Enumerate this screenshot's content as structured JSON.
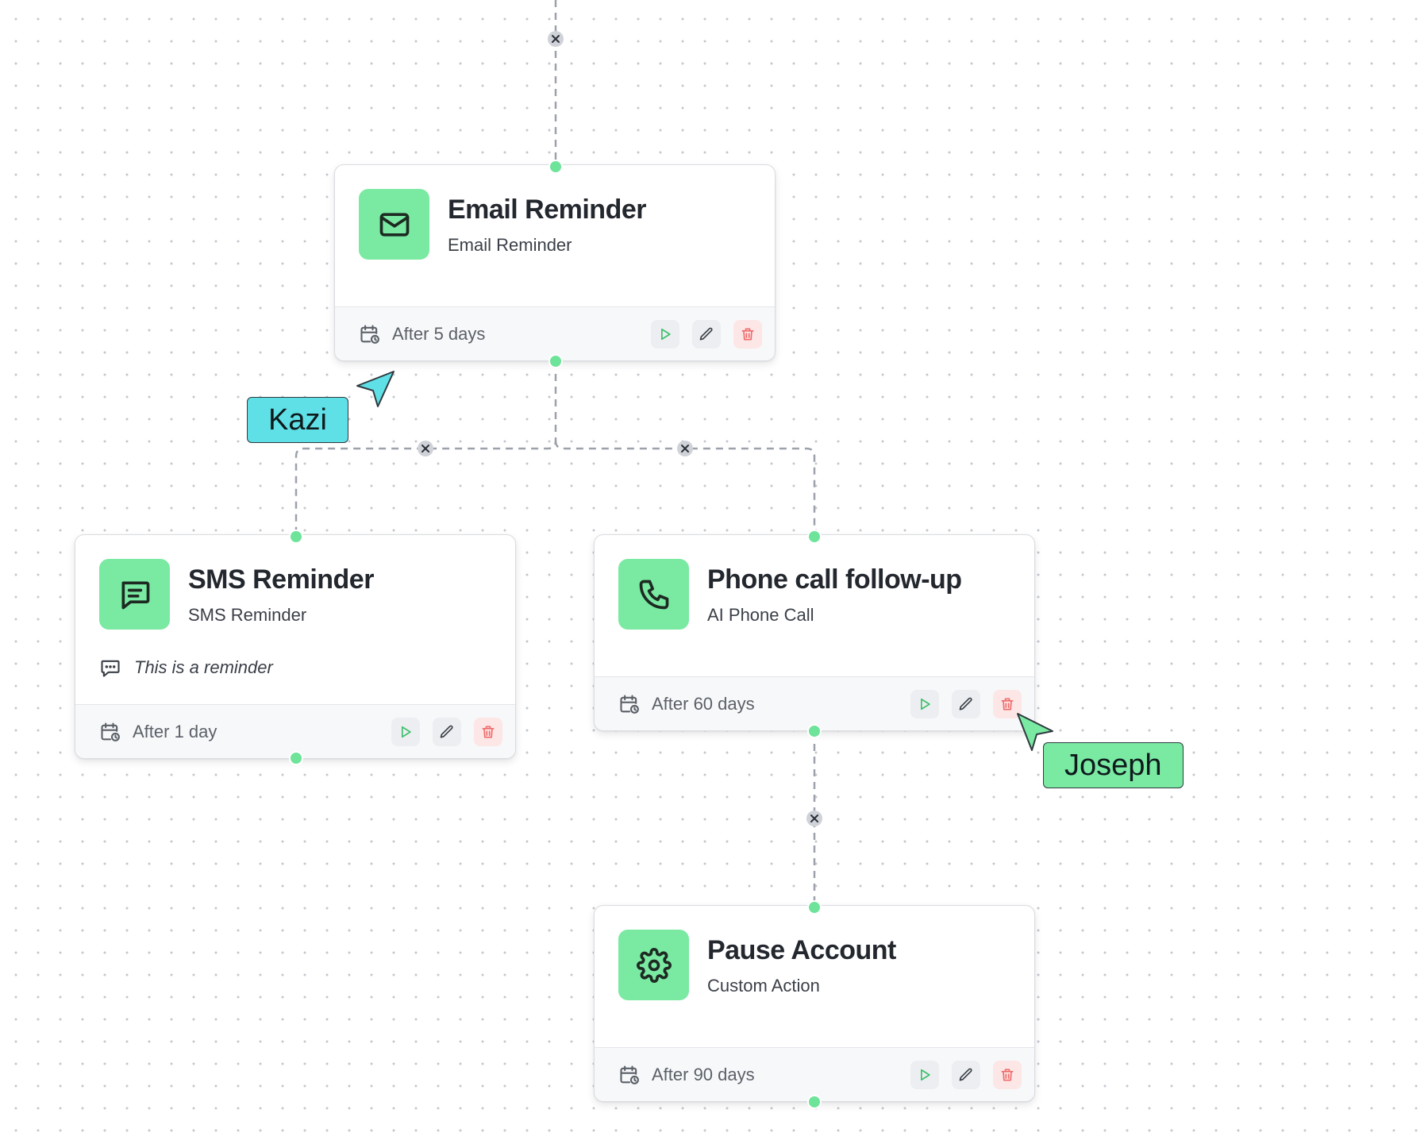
{
  "canvas": {
    "edge_remove_icon": "close-icon"
  },
  "nodes": [
    {
      "id": "email",
      "icon": "mail-icon",
      "title": "Email Reminder",
      "subtitle": "Email Reminder",
      "delay": "After 5 days"
    },
    {
      "id": "sms",
      "icon": "message-icon",
      "title": "SMS Reminder",
      "subtitle": "SMS Reminder",
      "note": "This is a reminder",
      "delay": "After 1 day"
    },
    {
      "id": "phone",
      "icon": "phone-icon",
      "title": "Phone call follow-up",
      "subtitle": "AI Phone Call",
      "delay": "After 60 days"
    },
    {
      "id": "pause",
      "icon": "gear-icon",
      "title": "Pause Account",
      "subtitle": "Custom Action",
      "delay": "After 90 days"
    }
  ],
  "node_actions": [
    "play-icon",
    "pencil-icon",
    "trash-icon"
  ],
  "collaborators": [
    {
      "name": "Kazi",
      "color": "#5fe0e6"
    },
    {
      "name": "Joseph",
      "color": "#7ae9a2"
    }
  ],
  "colors": {
    "accent": "#7ae9a2",
    "handle": "#6ee39a",
    "play": "#3fbf6b",
    "delete": "#ef6b6b",
    "edge": "#9ca1ab"
  }
}
